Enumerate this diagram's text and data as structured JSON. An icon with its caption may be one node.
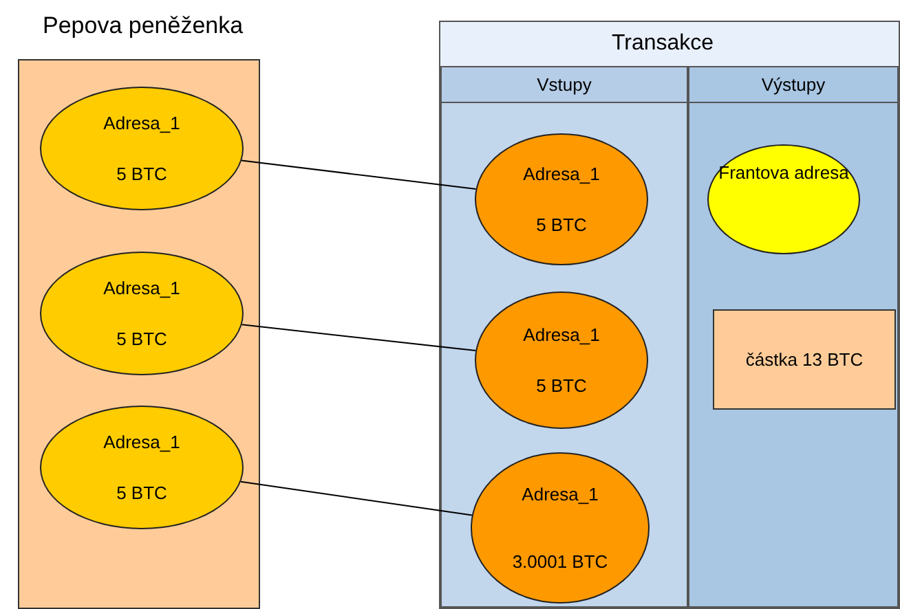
{
  "diagram": {
    "nodes": [
      {
        "text": [
          "Pepova peněženka"
        ]
      },
      {
        "text": [
          "Adresa_1",
          "5 BTC"
        ],
        "in": 0
      },
      {
        "text": [
          "Adresa_1",
          "5 BTC"
        ],
        "in": 0
      },
      {
        "text": [
          "Adresa_1",
          "5 BTC"
        ],
        "in": 0
      },
      {
        "text": [
          "Transakce"
        ]
      },
      {
        "text": [
          "Vstupy"
        ],
        "in": 4
      },
      {
        "text": [
          "Výstupy"
        ],
        "in": 4
      },
      {
        "text": [
          "Adresa_1",
          "5 BTC"
        ],
        "in": 5
      },
      {
        "text": [
          "Adresa_1",
          "5 BTC"
        ],
        "in": 5
      },
      {
        "text": [
          "Adresa_1",
          "3.0001 BTC"
        ],
        "in": 5
      },
      {
        "text": [
          "Frantova adresa"
        ],
        "in": 6
      },
      {
        "text": [
          "částka 13 BTC"
        ],
        "in": 6
      }
    ],
    "edges": [
      {
        "from": 1,
        "to": 7,
        "arrow": "none"
      },
      {
        "from": 2,
        "to": 8,
        "arrow": "none"
      },
      {
        "from": 3,
        "to": 9,
        "arrow": "none"
      }
    ]
  }
}
